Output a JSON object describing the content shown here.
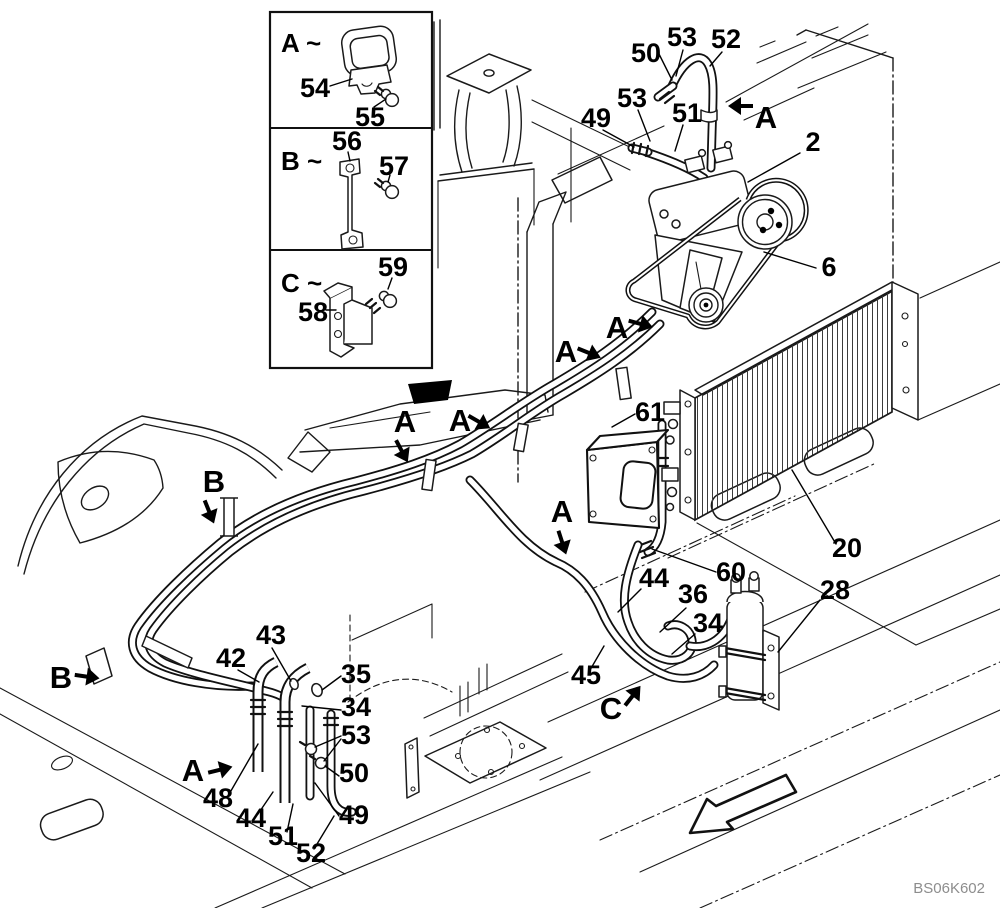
{
  "figure": {
    "code": "BS06K602",
    "type_labels": {
      "a": "A",
      "b": "B",
      "c": "C"
    }
  },
  "inset_panels": [
    {
      "title": "A ~",
      "parts": [
        "54",
        "55"
      ]
    },
    {
      "title": "B ~",
      "parts": [
        "56",
        "57"
      ]
    },
    {
      "title": "C ~",
      "parts": [
        "58",
        "59"
      ]
    }
  ],
  "callouts": {
    "n2": "2",
    "n6": "6",
    "n20": "20",
    "n28": "28",
    "n34": "34",
    "n35": "35",
    "n36": "36",
    "n42": "42",
    "n43": "43",
    "n44": "44",
    "n45": "45",
    "n48": "48",
    "n49": "49",
    "n50": "50",
    "n51": "51",
    "n52": "52",
    "n53": "53",
    "n60": "60",
    "n61": "61"
  },
  "colors": {
    "line": "#1a1a1a",
    "code_text": "#8d8d8d",
    "paper": "#ffffff"
  }
}
